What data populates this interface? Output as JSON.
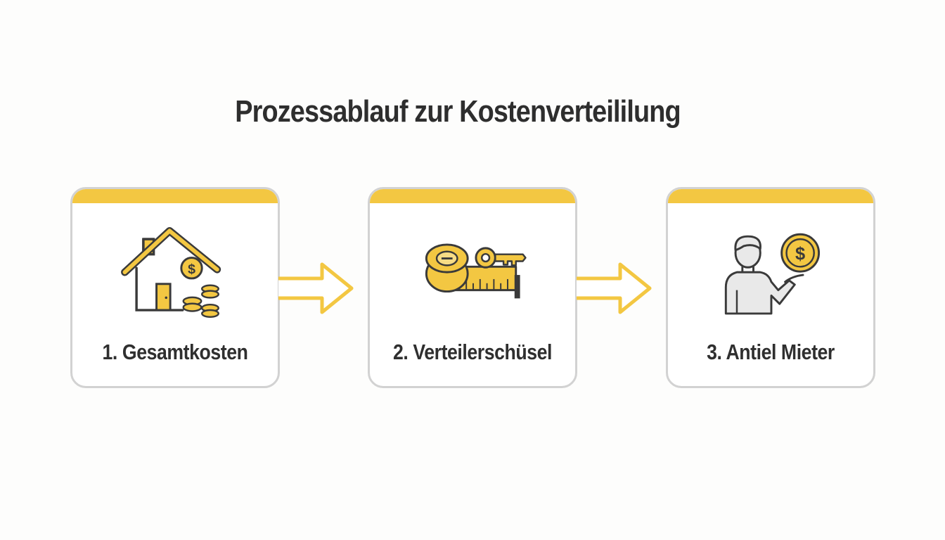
{
  "title": "Prozessablauf zur Kostenverteililung",
  "colors": {
    "accent": "#f3c742",
    "accent_dark": "#e0a81e",
    "outline": "#3a3a3a",
    "card_border": "#d2d2d2",
    "person_fill": "#e9e9e9"
  },
  "steps": [
    {
      "label": "1. Gesamtkosten",
      "icon": "house-with-coins-icon"
    },
    {
      "label": "2. Verteilerschüsel",
      "icon": "tape-measure-and-key-icon"
    },
    {
      "label": "3. Antiel Mieter",
      "icon": "person-holding-coin-icon"
    }
  ],
  "connectors": [
    "arrow-right-icon",
    "arrow-right-icon"
  ]
}
